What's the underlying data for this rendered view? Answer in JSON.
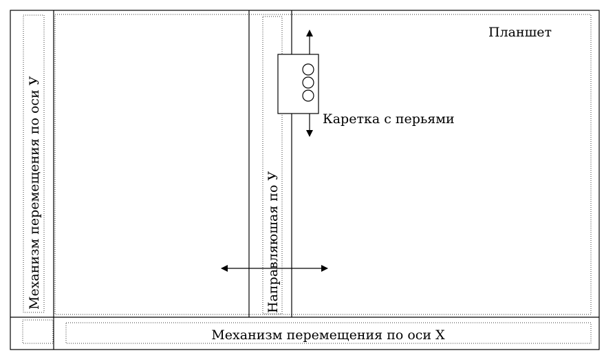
{
  "diagram": {
    "labels": {
      "tablet": "Планшет",
      "carriage": "Каретка с перьями",
      "guide_y": "Направляюшая по У",
      "mech_y": "Механизм перемещения по оси У",
      "mech_x": "Механизм перемещения по оси X"
    },
    "pen_count": 3,
    "colors": {
      "line": "#000000",
      "dotted": "#333333",
      "background": "#ffffff"
    }
  }
}
